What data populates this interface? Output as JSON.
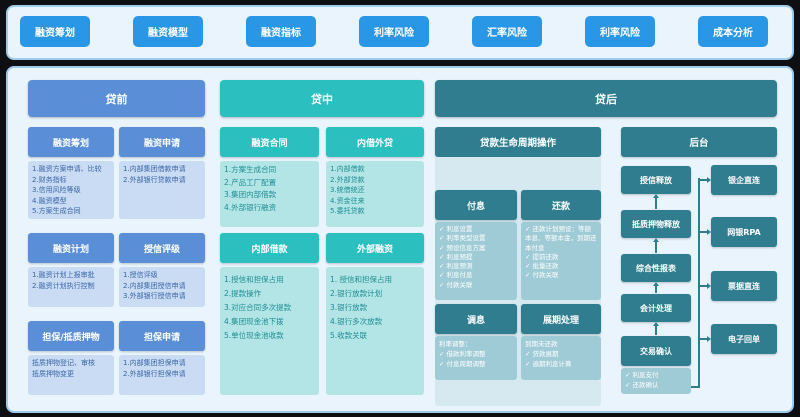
{
  "tabs": [
    "融资筹划",
    "融资模型",
    "融资指标",
    "利率风险",
    "汇率风险",
    "利率风险",
    "成本分析"
  ],
  "pre": {
    "title": "贷前",
    "cards": [
      {
        "title": "融资筹划",
        "items": [
          "1.融资方案申请、比较",
          "2.财务指标",
          "3.信用风险等级",
          "4.融资模型",
          "5.方案生成合同"
        ]
      },
      {
        "title": "融资申请",
        "items": [
          "1.内部集团借款申请",
          "2.外部银行贷款申请"
        ]
      },
      {
        "title": "融资计划",
        "items": [
          "1.融资计划上报审批",
          "2.融资计划执行控制"
        ]
      },
      {
        "title": "授信评级",
        "items": [
          "1.授信评级",
          "2.内部集团授信申请",
          "3.外部银行授信申请"
        ]
      },
      {
        "title": "担保/抵质押物",
        "items": [
          "抵质押物登记、审核",
          "抵质押物变更"
        ]
      },
      {
        "title": "担保申请",
        "items": [
          "1.内部集团担保申请",
          "2.外部银行担保申请"
        ]
      }
    ]
  },
  "mid": {
    "title": "贷中",
    "cards": [
      {
        "title": "融资合同",
        "items": [
          "1.方案生成合同",
          "2.产品工厂配置",
          "3.集团内部借款",
          "4.外部银行融资"
        ]
      },
      {
        "title": "内借外贷",
        "items": [
          "1.内部借款",
          "2.外部贷款",
          "3.统借统还",
          "4.资金往来",
          "5.委托贷款"
        ]
      },
      {
        "title": "内部借款",
        "items": [
          "1.授信和担保占用",
          "2.提款操作",
          "3.对应合同多次提款",
          "4.集团现金池下拨",
          "5.单位现金池收款"
        ]
      },
      {
        "title": "外部融资",
        "items": [
          "1. 授信和担保占用",
          "2.银行放款计划",
          "3.银行放款",
          "4.银行多次放款",
          "5.收款关联"
        ]
      }
    ]
  },
  "post": {
    "title": "贷后",
    "lifecycle": "贷款生命周期操作",
    "backoffice": "后台",
    "pay": {
      "title": "付息",
      "items": [
        "利息设置",
        "利率类型设置",
        "预设信息方案",
        "利息预提",
        "利息预测",
        "利息付息",
        "付款关联"
      ]
    },
    "repay": {
      "title": "还款",
      "items": [
        "还款计划预设：等额本息、等额本金，到期还本付息",
        "提前还款",
        "批量还款",
        "付款关联"
      ]
    },
    "adjust": {
      "title": "调息",
      "items": [
        "利率调整：",
        "借款利率调整",
        "付息周期调整"
      ]
    },
    "extend": {
      "title": "展期处理",
      "items": [
        "到期未还款",
        "贷款展期",
        "逾期利息计算"
      ]
    },
    "flow": [
      "授信释放",
      "抵质押物释放",
      "综合性报表",
      "会计处理",
      "交易确认"
    ],
    "confirm_items": [
      "利息支付",
      "还款确认"
    ],
    "right": [
      "银企直连",
      "网银RPA",
      "票据直连",
      "电子回单"
    ]
  }
}
